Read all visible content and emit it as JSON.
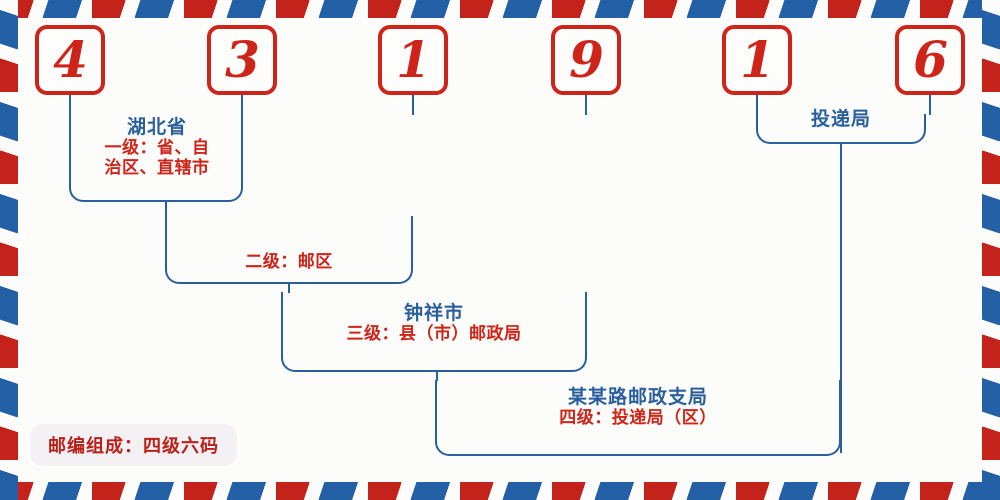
{
  "diagram": {
    "title_badge": "邮编组成：四级六码",
    "postal_code": "431916",
    "digits": [
      {
        "value": "4"
      },
      {
        "value": "3"
      },
      {
        "value": "1"
      },
      {
        "value": "9"
      },
      {
        "value": "1"
      },
      {
        "value": "6"
      }
    ],
    "levels": [
      {
        "id": "level-1",
        "location": "湖北省",
        "description": "一级：省、自",
        "description_line2": "治区、直辖市",
        "digit_span": "1-2"
      },
      {
        "id": "level-2",
        "location": "",
        "description": "二级：邮区",
        "digit_span": "2-3"
      },
      {
        "id": "level-3",
        "location": "钟祥市",
        "description": "三级：县（市）邮政局",
        "digit_span": "3-4"
      },
      {
        "id": "level-4",
        "location": "某某路邮政支局",
        "description": "四级：投递局（区）",
        "digit_span": "4-6"
      }
    ],
    "delivery_box": {
      "location": "投递局"
    },
    "colors": {
      "digit_red": "#cf2419",
      "line_blue": "#2a5f9e",
      "label_red": "#cf2419",
      "label_blue": "#2a5f9e",
      "stripe_red": "#c4231b",
      "stripe_blue": "#2360a5",
      "paper": "#fcfcfa",
      "badge_bg": "#f3f1f3"
    }
  }
}
